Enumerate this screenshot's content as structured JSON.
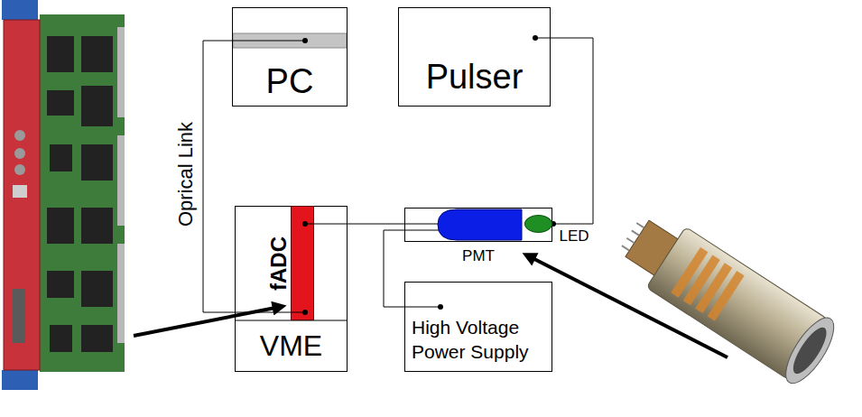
{
  "diagram": {
    "nodes": [
      {
        "text": [
          "PC"
        ]
      },
      {
        "text": [
          "Pulser"
        ]
      },
      {
        "text": [
          "VME"
        ]
      },
      {
        "text": [
          "fADC"
        ],
        "in": 2
      },
      {
        "text": [
          "PMT"
        ]
      },
      {
        "text": [
          "LED"
        ],
        "in": 4
      },
      {
        "text": [
          "High Voltage Power Supply"
        ]
      }
    ],
    "edges": [
      {
        "from": 0,
        "to": 3,
        "label": "Oprical Link",
        "arrow": "none"
      },
      {
        "from": 1,
        "to": 5,
        "arrow": "none"
      },
      {
        "from": 3,
        "to": 4,
        "arrow": "none"
      },
      {
        "from": 6,
        "to": 4,
        "arrow": "none"
      }
    ]
  }
}
